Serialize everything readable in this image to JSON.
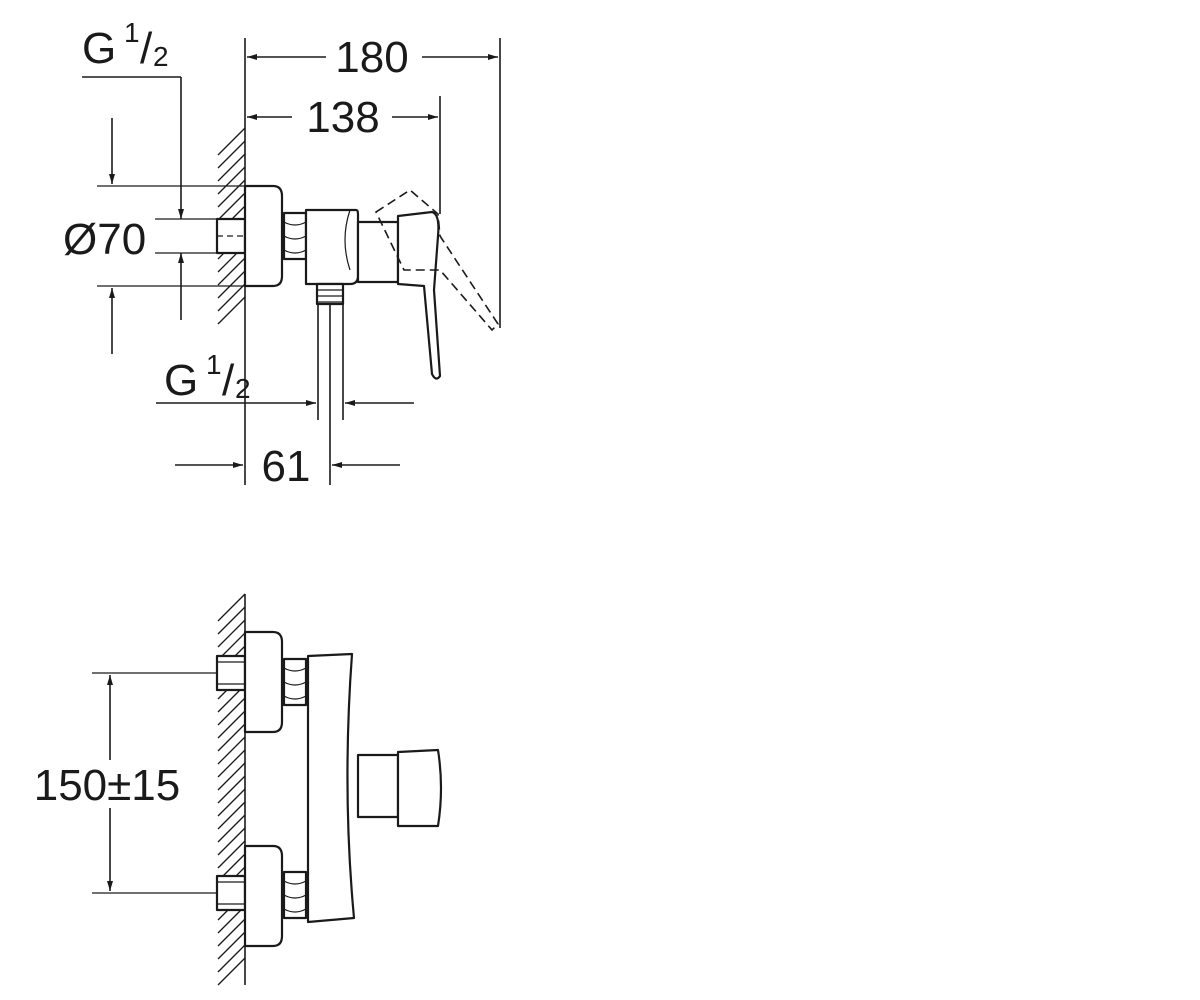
{
  "side_view": {
    "dims": {
      "overall_width": "180",
      "wall_to_lever_axis": "138",
      "depth_to_outlet": "61",
      "rosette_diameter": "Ø70"
    },
    "thread_top": {
      "main": "G",
      "sup": "1",
      "frac": "/",
      "sub": "2"
    },
    "thread_outlet": {
      "main": "G",
      "sup": "1",
      "frac": "/",
      "sub": "2"
    }
  },
  "front_view": {
    "dims": {
      "inlet_spacing": "150±15"
    }
  },
  "colors": {
    "line": "#1a1a1a",
    "background": "#ffffff"
  }
}
